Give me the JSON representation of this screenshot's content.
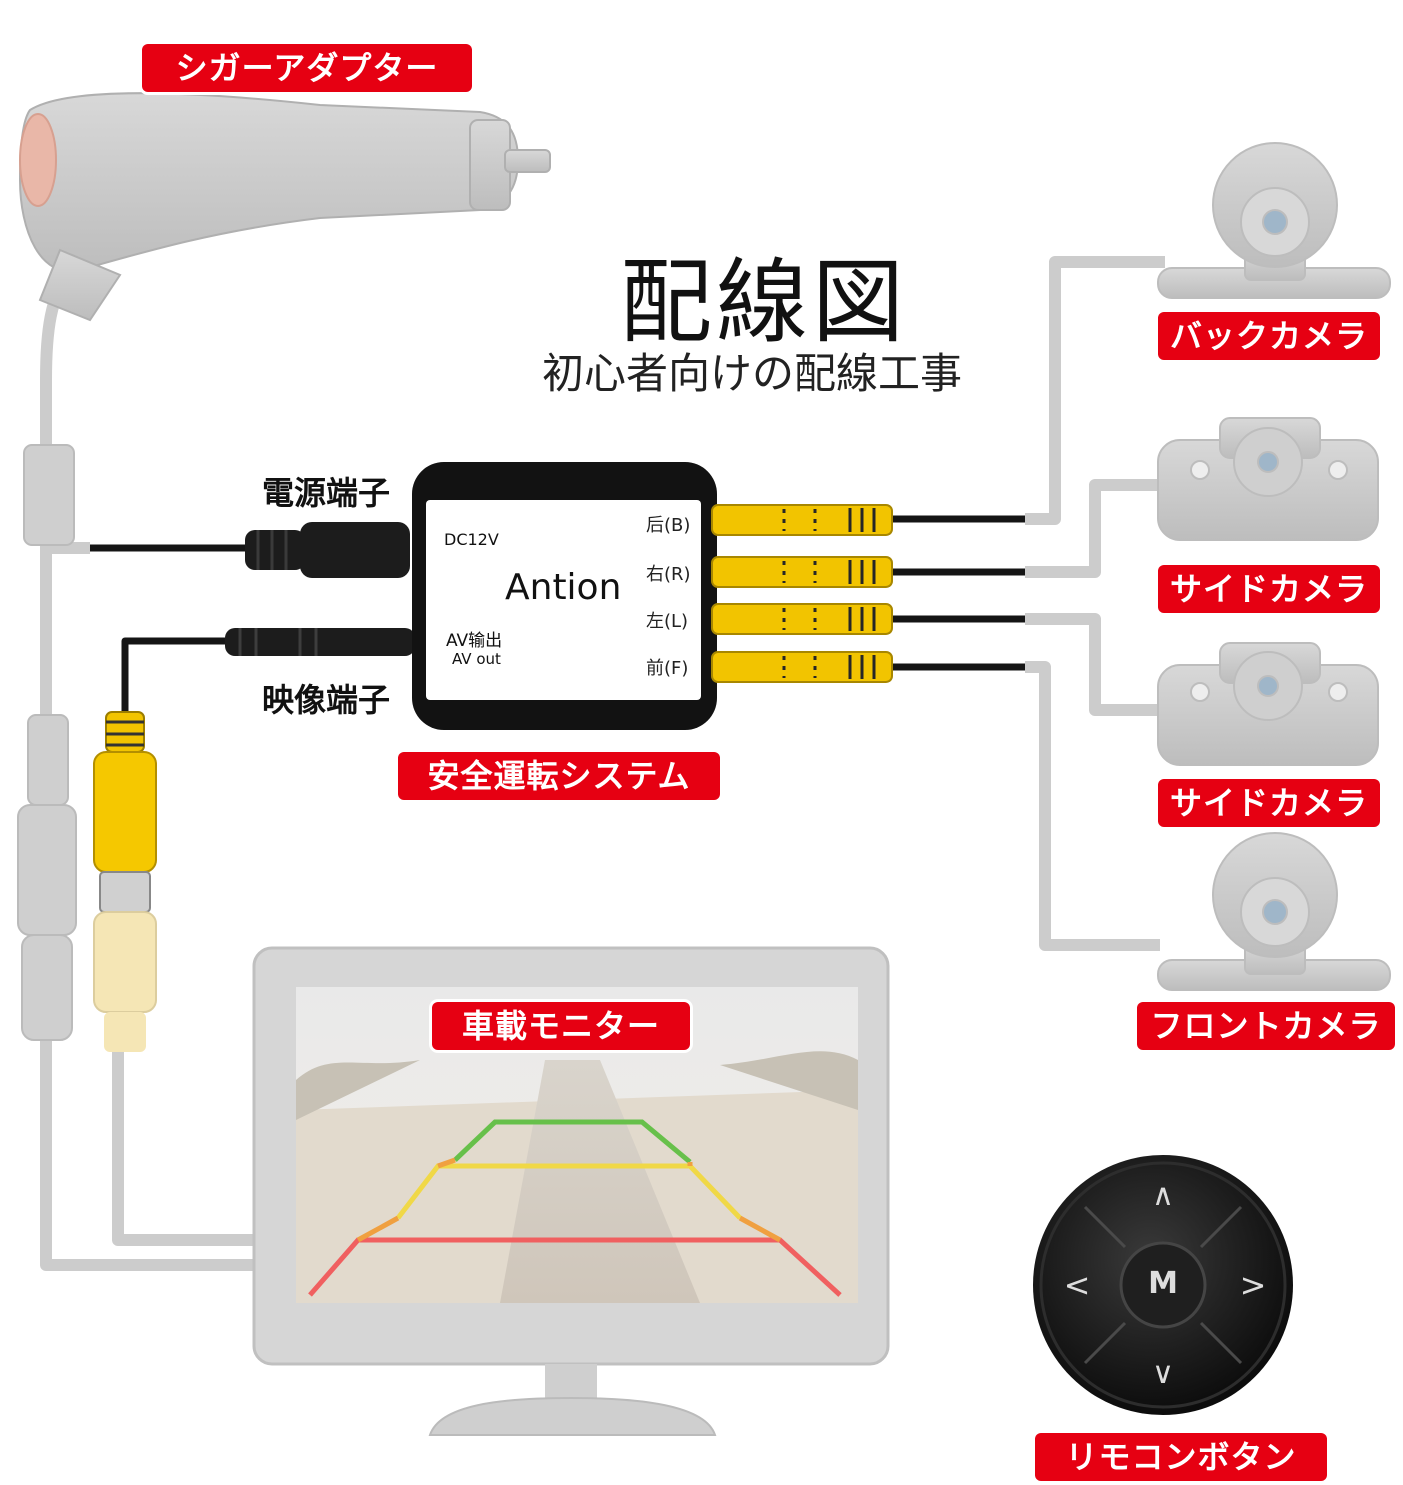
{
  "title": "配線図",
  "subtitle": "初心者向けの配線工事",
  "labels": {
    "cigar_adapter": "シガーアダプター",
    "back_camera": "バックカメラ",
    "side_camera_1": "サイドカメラ",
    "side_camera_2": "サイドカメラ",
    "front_camera": "フロントカメラ",
    "safety_system": "安全運転システム",
    "monitor": "車載モニター",
    "remote": "リモコンボタン",
    "power_terminal": "電源端子",
    "video_terminal": "映像端子"
  },
  "control_box": {
    "brand": "Antion",
    "dc": "DC12V",
    "av_out_cn": "AV输出",
    "av_out_en": "AV out",
    "channels": [
      "后(B)",
      "右(R)",
      "左(L)",
      "前(F)"
    ]
  },
  "remote_buttons": {
    "up": "∧",
    "down": "∨",
    "left": "<",
    "right": ">",
    "center": "M"
  },
  "colors": {
    "label_red": "#e60012",
    "connector_yellow": "#f2c400",
    "ghost_gray": "#c9c9c9",
    "cable_black": "#151515"
  }
}
